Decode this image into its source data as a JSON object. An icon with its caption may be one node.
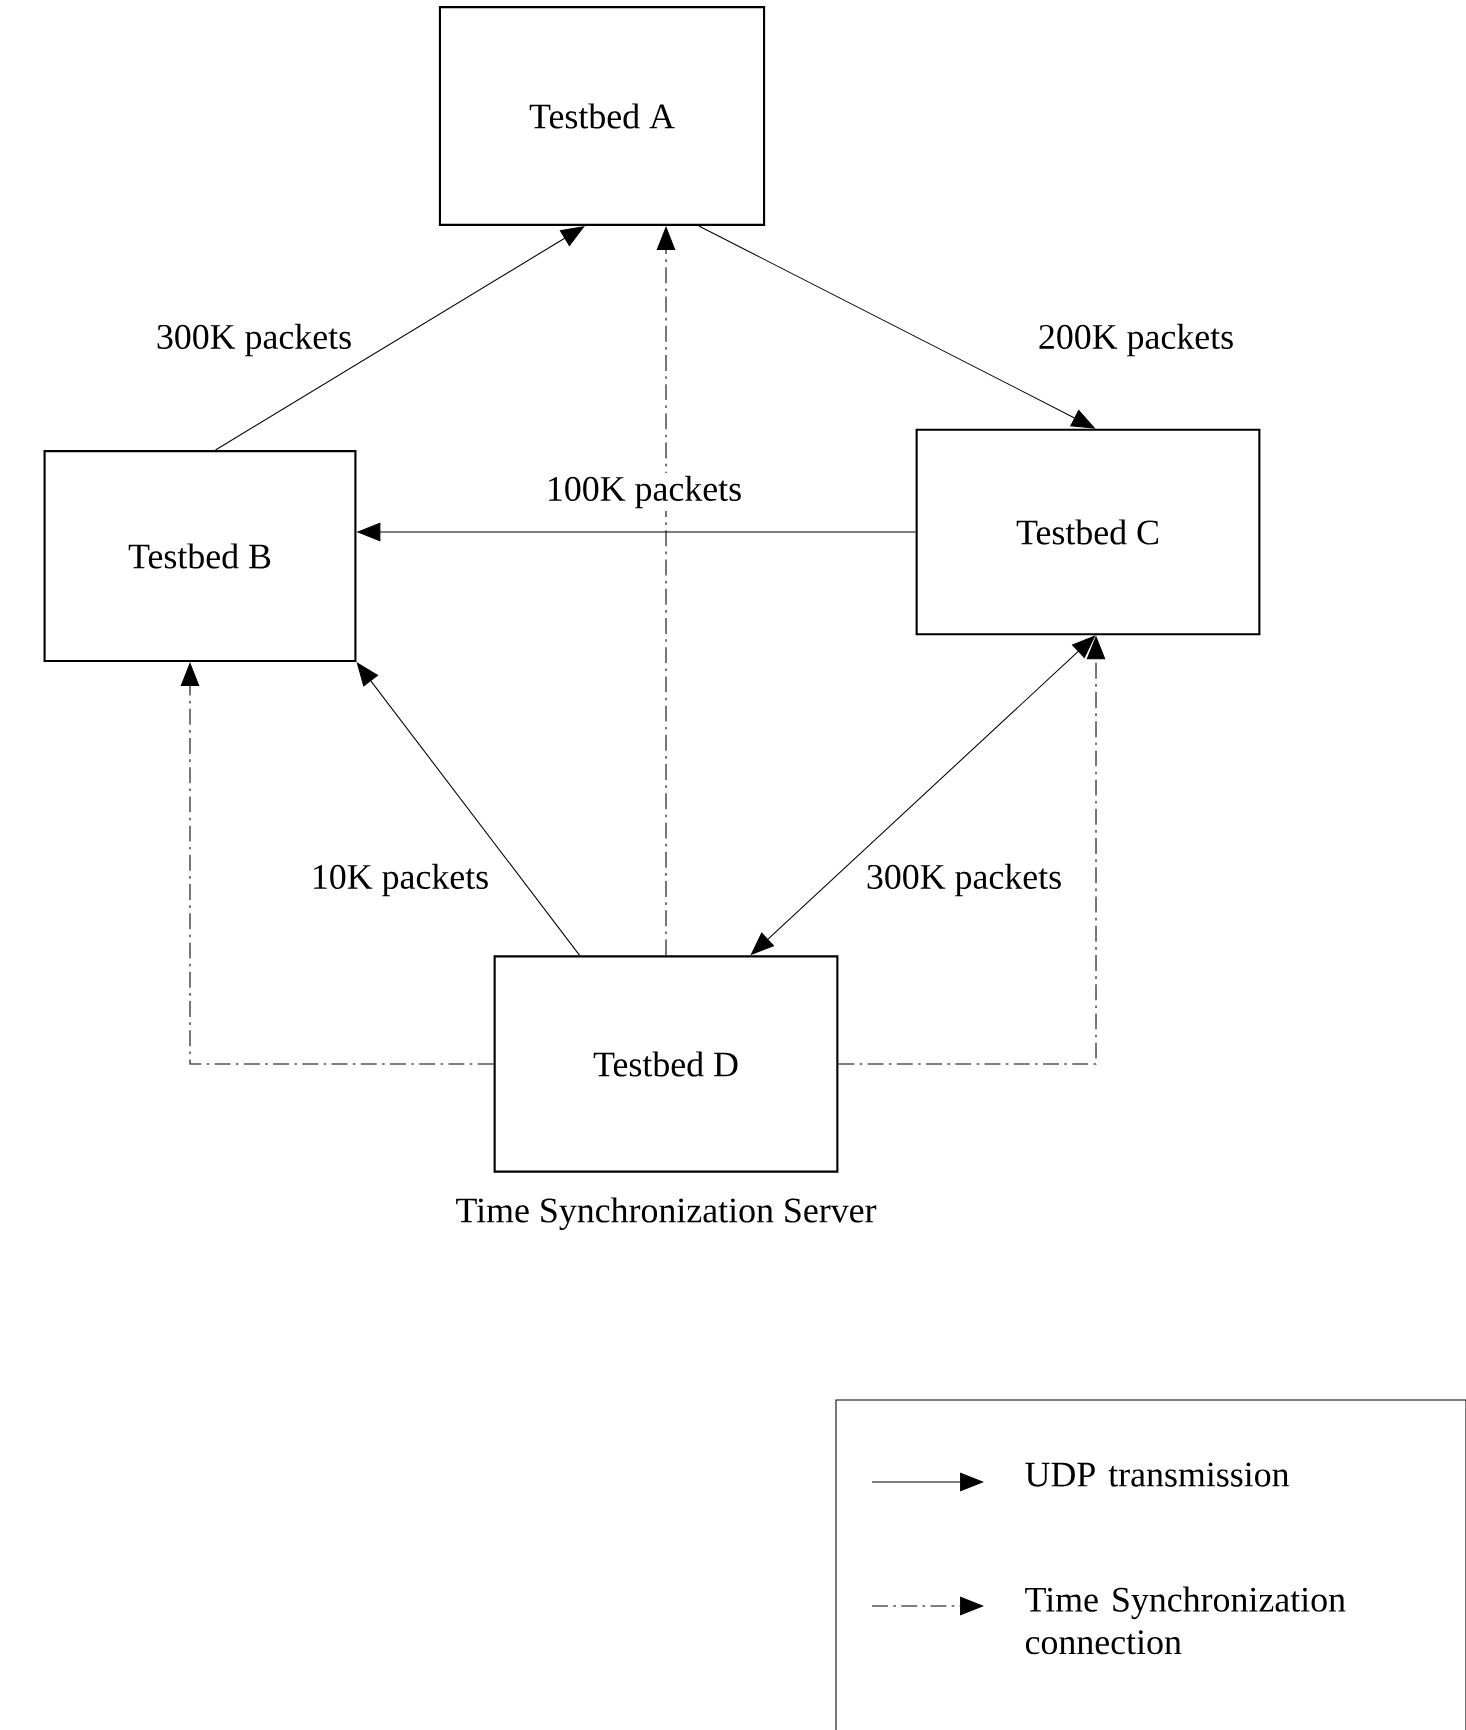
{
  "diagram": {
    "nodes": [
      {
        "text": [
          "Testbed A"
        ]
      },
      {
        "text": [
          "Testbed B"
        ]
      },
      {
        "text": [
          "Testbed C"
        ]
      },
      {
        "text": [
          "Testbed D"
        ],
        "beside": [
          "Time Synchronization Server"
        ]
      }
    ],
    "edges": [
      {
        "from": 1,
        "to": 0,
        "arrow": "to",
        "label": "300K packets"
      },
      {
        "from": 0,
        "to": 2,
        "arrow": "to",
        "label": "200K packets"
      },
      {
        "from": 2,
        "to": 1,
        "arrow": "to",
        "label": "100K packets"
      },
      {
        "from": 3,
        "to": 1,
        "arrow": "to",
        "label": "10K packets"
      },
      {
        "from": 2,
        "to": 3,
        "arrow": "both",
        "label": "300K packets"
      },
      {
        "from": 3,
        "to": 0,
        "arrow": "to",
        "style": "dashed"
      },
      {
        "from": 3,
        "to": 1,
        "arrow": "to",
        "style": "dashed"
      },
      {
        "from": 3,
        "to": 2,
        "arrow": "to",
        "style": "dashed"
      }
    ],
    "legend": [
      {
        "text": "UDP transmission"
      },
      {
        "text": "Time Synchronization connection"
      }
    ]
  }
}
